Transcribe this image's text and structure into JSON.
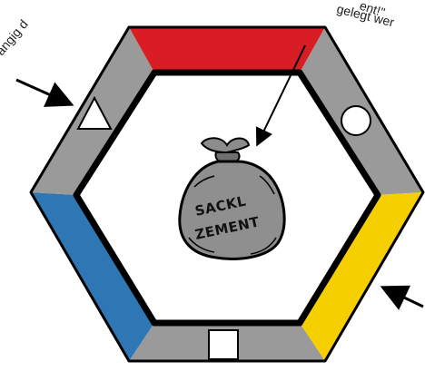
{
  "annotations": {
    "top_left_fragment": "ängig d",
    "top_right_line1": "ent!\"",
    "top_right_line2": "gelegt wer"
  },
  "bag": {
    "line1": "SACKL",
    "line2": "ZEMENT"
  },
  "colors": {
    "red": "#d81e24",
    "yellow": "#f6cf00",
    "blue": "#2e77b4",
    "gray": "#9a9a9a",
    "outline": "#000000"
  },
  "edge_colors": [
    "red",
    "gray",
    "yellow",
    "gray",
    "blue",
    "gray"
  ],
  "symbols": [
    "triangle-icon",
    "circle-icon",
    "square-icon"
  ]
}
